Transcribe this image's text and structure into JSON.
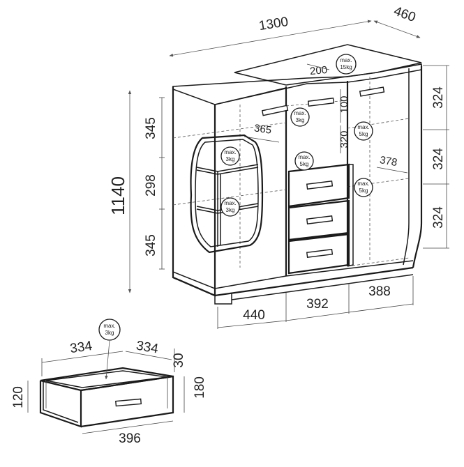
{
  "cabinet": {
    "width": "1300",
    "depth": "460",
    "height": "1140",
    "left_heights": [
      "345",
      "298",
      "345"
    ],
    "right_heights": [
      "324",
      "324",
      "324"
    ],
    "bottom_widths": [
      "440",
      "392",
      "388"
    ],
    "top_inner_depth": "200",
    "middle_depth_a": "100",
    "middle_depth_b": "320",
    "left_shelf_depth": "365",
    "right_shelf_depth": "378"
  },
  "badges": {
    "line1": "max.",
    "top": "15kg",
    "left_upper": "3kg",
    "left_lower": "3kg",
    "mid_upper": "3kg",
    "mid_lower": "5kg",
    "right_upper": "5kg",
    "right_lower": "5kg",
    "drawer": "3kg"
  },
  "drawer": {
    "width_left": "334",
    "width_right": "334",
    "height_left": "120",
    "height_right": "180",
    "depth": "30",
    "front_width": "396"
  },
  "icons": [
    "weight-badge",
    "dimension-arrow"
  ]
}
